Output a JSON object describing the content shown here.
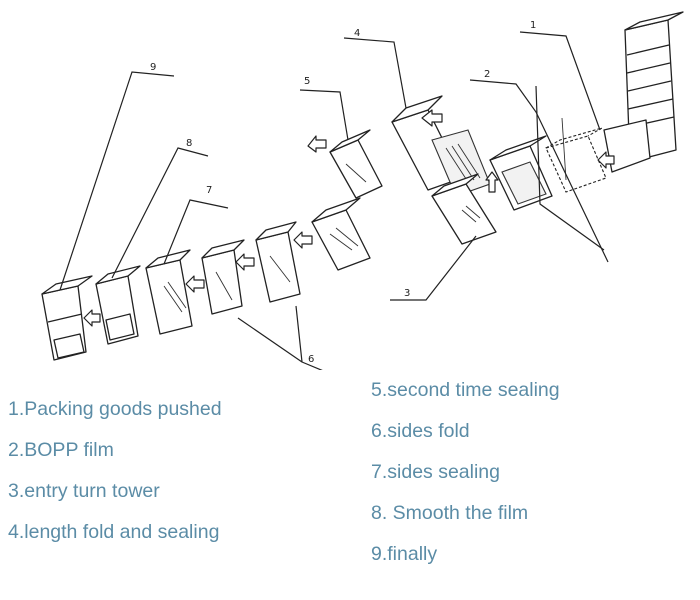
{
  "step_numbers": [
    "1",
    "2",
    "3",
    "4",
    "5",
    "6",
    "7",
    "8",
    "9"
  ],
  "legend_left": [
    "1.Packing goods pushed",
    "2.BOPP film",
    "3.entry turn tower",
    "4.length fold and sealing"
  ],
  "legend_right": [
    "5.second time sealing",
    "6.sides fold",
    "7.sides sealing",
    "8. Smooth the film",
    "9.finally"
  ]
}
